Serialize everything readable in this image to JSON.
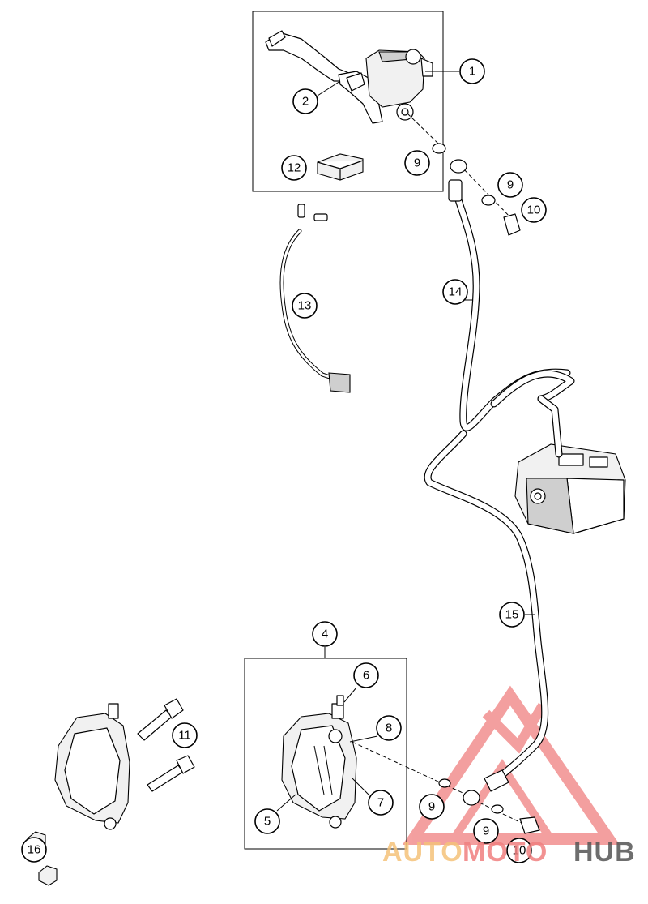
{
  "callouts": [
    {
      "id": "c1",
      "label": "1"
    },
    {
      "id": "c2",
      "label": "2"
    },
    {
      "id": "c4",
      "label": "4"
    },
    {
      "id": "c5",
      "label": "5"
    },
    {
      "id": "c6",
      "label": "6"
    },
    {
      "id": "c7",
      "label": "7"
    },
    {
      "id": "c8",
      "label": "8"
    },
    {
      "id": "c9a",
      "label": "9"
    },
    {
      "id": "c9b",
      "label": "9"
    },
    {
      "id": "c9c",
      "label": "9"
    },
    {
      "id": "c9d",
      "label": "9"
    },
    {
      "id": "c10a",
      "label": "10"
    },
    {
      "id": "c10b",
      "label": "10"
    },
    {
      "id": "c11",
      "label": "11"
    },
    {
      "id": "c12",
      "label": "12"
    },
    {
      "id": "c13",
      "label": "13"
    },
    {
      "id": "c14",
      "label": "14"
    },
    {
      "id": "c15",
      "label": "15"
    },
    {
      "id": "c16",
      "label": "16"
    }
  ],
  "watermark": {
    "part1": "AUTO",
    "part2": "MOTO",
    "part3": "HUB",
    "color_primary": "#f08080",
    "color_secondary": "#f5c27a",
    "color_tertiary": "#555555"
  }
}
